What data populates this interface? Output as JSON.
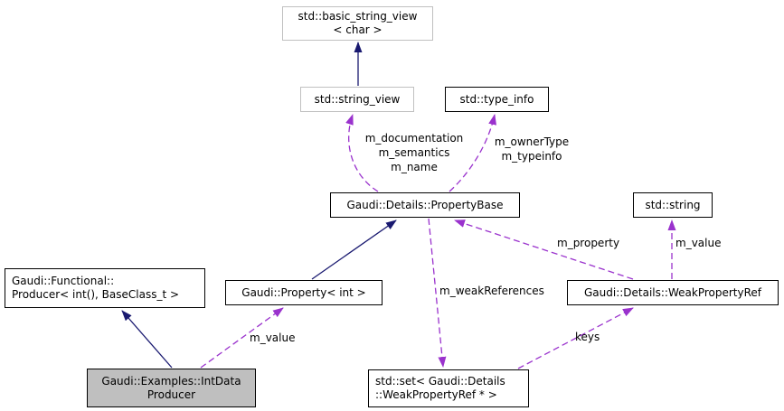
{
  "diagram": {
    "type": "collaboration-graph",
    "colors": {
      "inheritance_edge": "#191970",
      "usage_edge": "#9a32cd",
      "node_border": "#000000",
      "truncated_node_border": "#c0c0c0",
      "current_node_fill": "#bfbfbf",
      "node_fill": "#ffffff",
      "background": "#ffffff"
    },
    "nodes": [
      {
        "id": "basic-string-view",
        "lines": [
          "std::basic_string_view",
          "< char >"
        ]
      },
      {
        "id": "string-view",
        "lines": [
          "std::string_view"
        ]
      },
      {
        "id": "type-info",
        "lines": [
          "std::type_info"
        ]
      },
      {
        "id": "property-base",
        "lines": [
          "Gaudi::Details::PropertyBase"
        ]
      },
      {
        "id": "std-string",
        "lines": [
          "std::string"
        ]
      },
      {
        "id": "functional-producer",
        "lines": [
          "Gaudi::Functional::",
          "Producer< int(), BaseClass_t >"
        ]
      },
      {
        "id": "property-int",
        "lines": [
          "Gaudi::Property< int >"
        ]
      },
      {
        "id": "weak-property-ref",
        "lines": [
          "Gaudi::Details::WeakPropertyRef"
        ]
      },
      {
        "id": "int-data-producer",
        "lines": [
          "Gaudi::Examples::IntData",
          "Producer"
        ]
      },
      {
        "id": "weak-ref-set",
        "lines": [
          "std::set< Gaudi::Details",
          "::WeakPropertyRef * >"
        ]
      }
    ],
    "edge_labels": {
      "property_base_to_string_view": {
        "lines": [
          "m_documentation",
          "m_semantics",
          "m_name"
        ]
      },
      "property_base_to_type_info": {
        "lines": [
          "m_ownerType",
          "m_typeinfo"
        ]
      },
      "weak_ref_to_property_base": "m_property",
      "weak_ref_to_string": "m_value",
      "property_base_to_set": "m_weakReferences",
      "set_to_weak_ref": "keys",
      "int_data_to_property": "m_value"
    }
  }
}
